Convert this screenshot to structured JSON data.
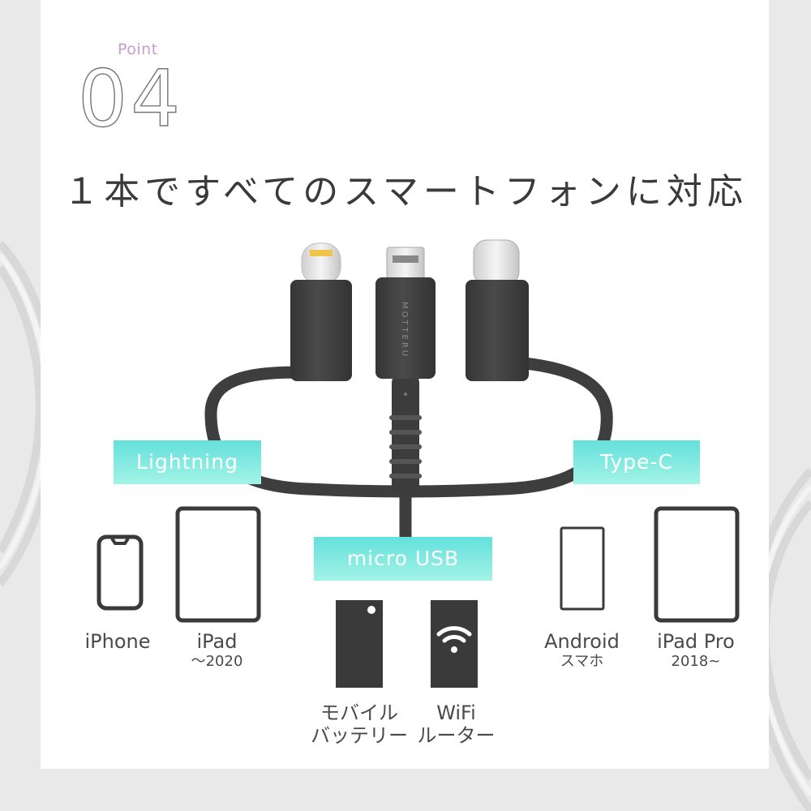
{
  "header": {
    "point_label": "Point",
    "point_number": "04",
    "headline": "１本ですべてのスマートフォンに対応"
  },
  "cable": {
    "brand_text": "MOTTERU",
    "connectors": [
      "Lightning",
      "Type-C",
      "micro USB"
    ]
  },
  "tags": {
    "lightning": "Lightning",
    "typec": "Type-C",
    "microusb": "micro USB"
  },
  "devices": {
    "iphone": {
      "label": "iPhone",
      "icon": "smartphone-icon"
    },
    "ipad": {
      "label": "iPad",
      "sub": "〜2020",
      "icon": "tablet-icon"
    },
    "android": {
      "label": "Android",
      "sub": "スマホ",
      "icon": "smartphone-icon"
    },
    "ipadpro": {
      "label": "iPad Pro",
      "sub": "2018~",
      "icon": "tablet-icon"
    },
    "mobile_battery": {
      "line1": "モバイル",
      "line2": "バッテリー",
      "icon": "battery-icon"
    },
    "wifi_router": {
      "line1": "WiFi",
      "line2": "ルーター",
      "icon": "wifi-icon"
    }
  },
  "colors": {
    "accent_tag": "#64e0dc",
    "cable": "#3e3e3e",
    "point_label": "#c79bd2"
  }
}
